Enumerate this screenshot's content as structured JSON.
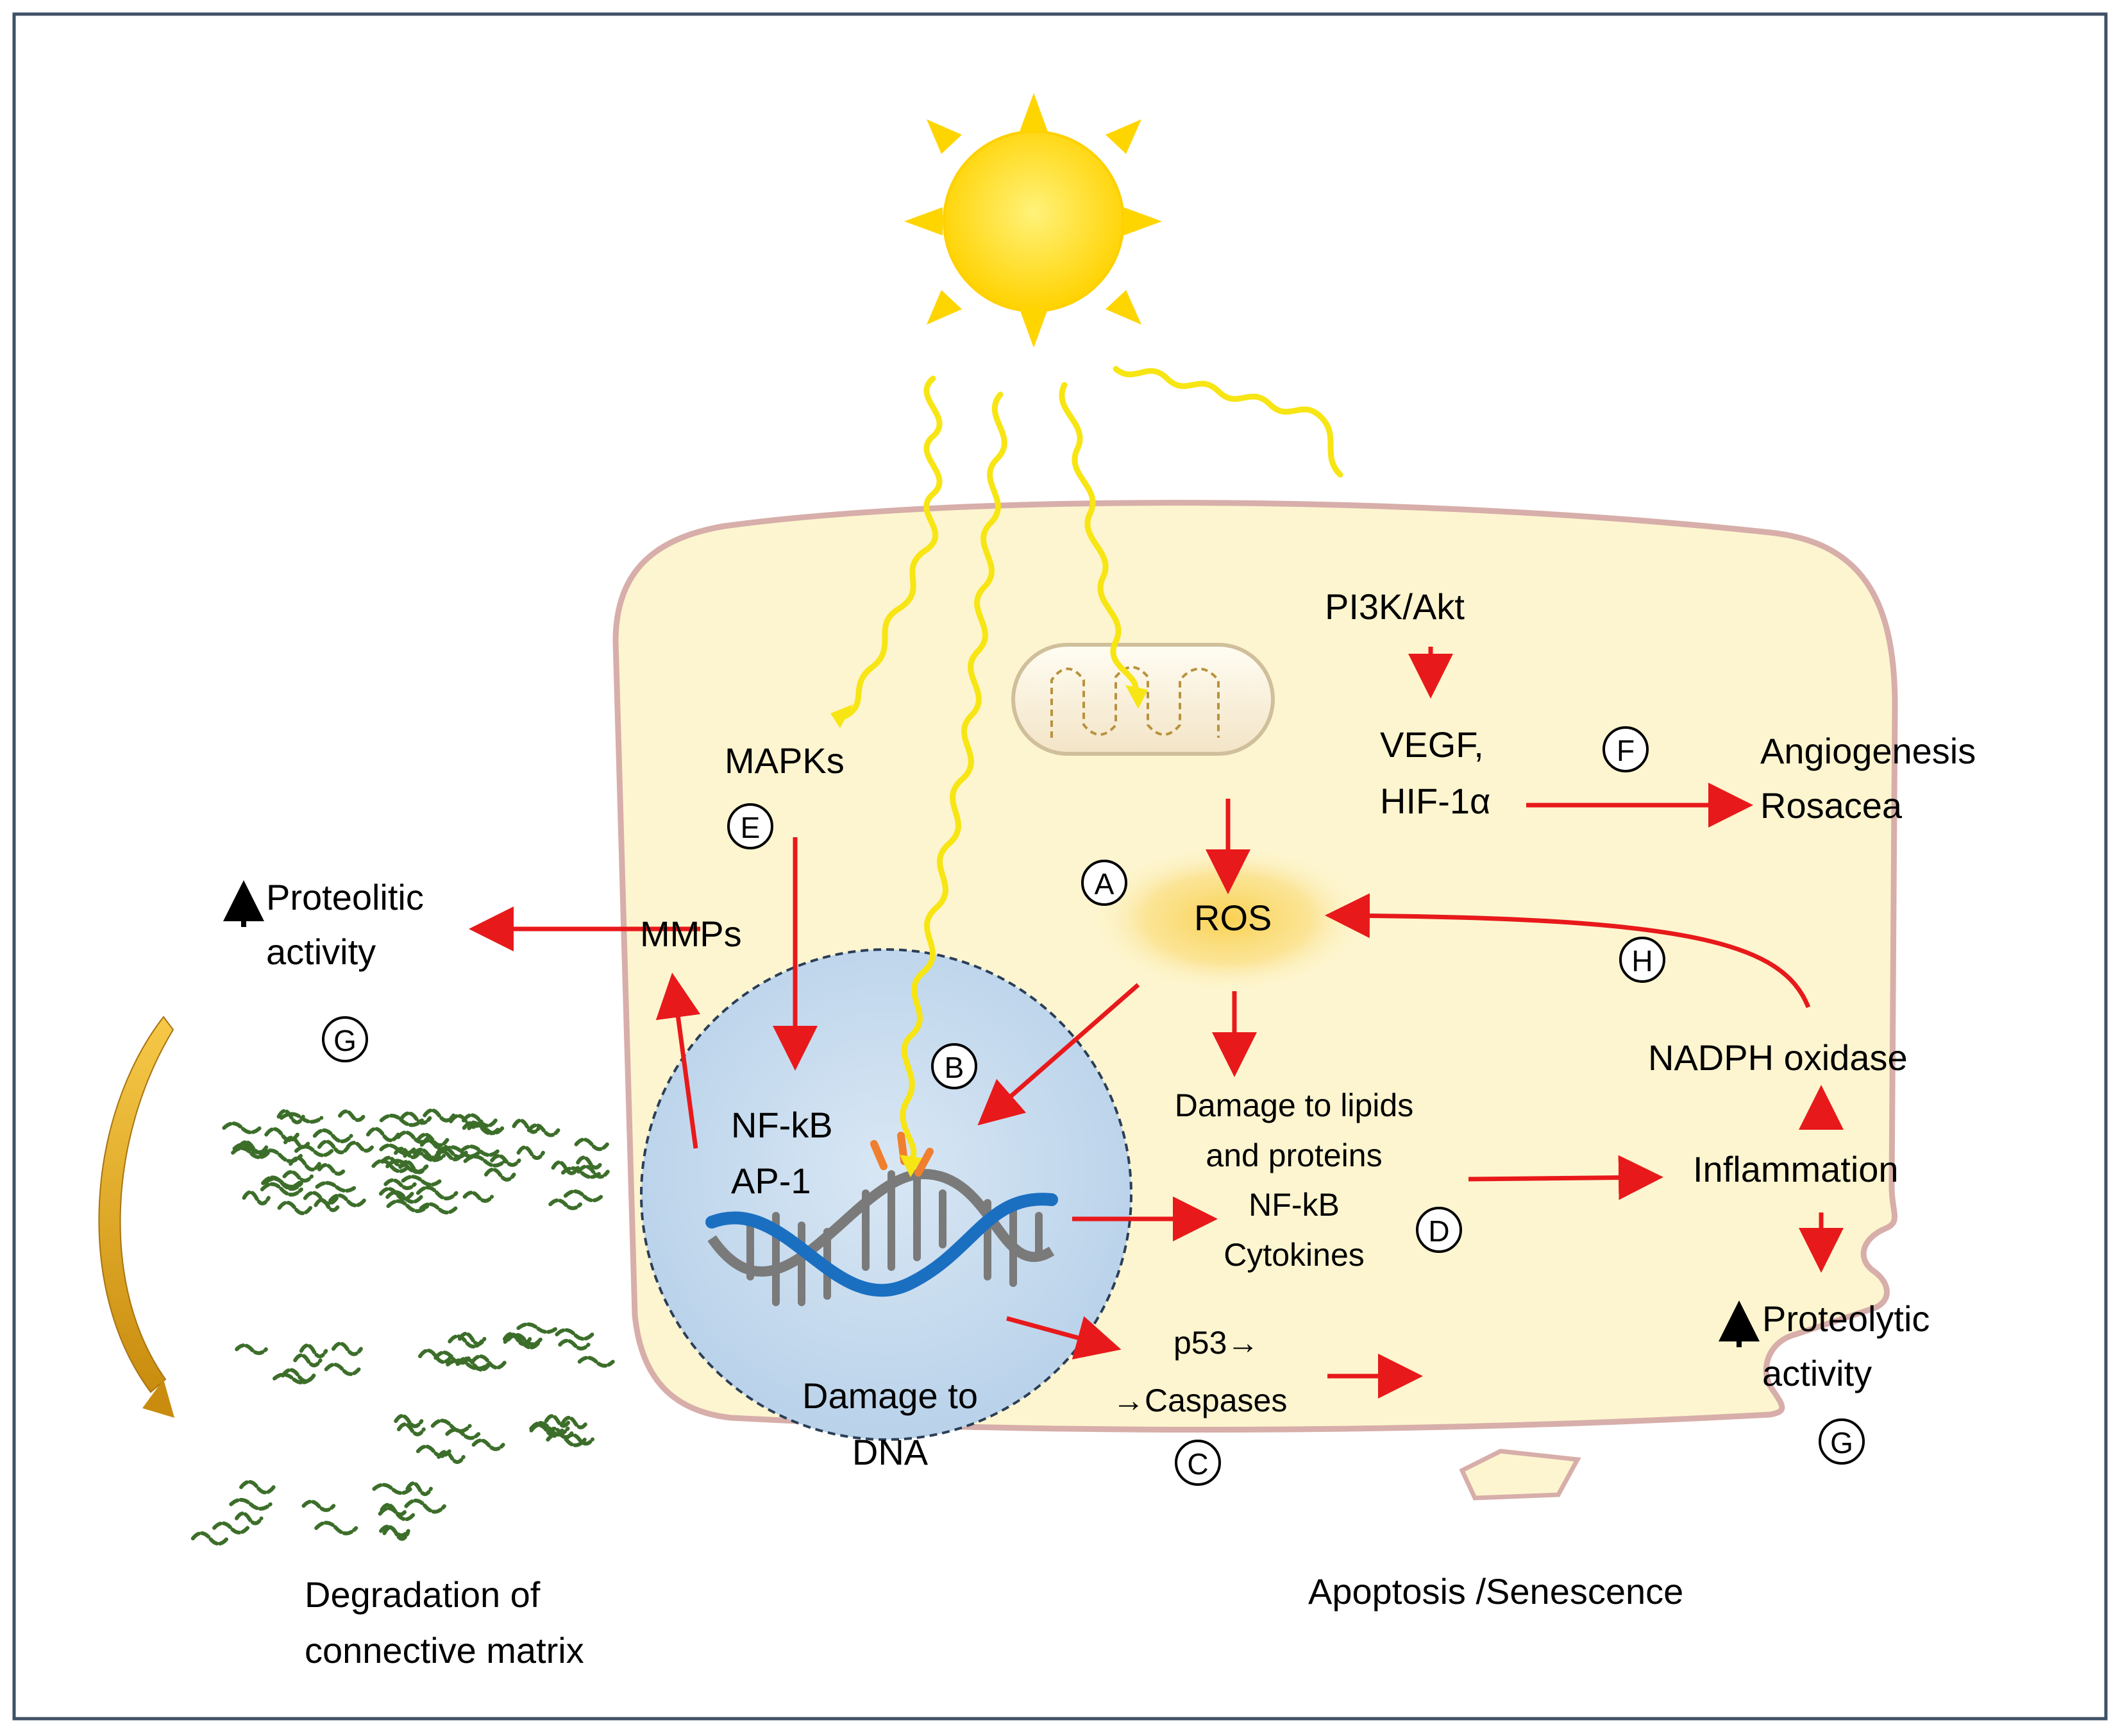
{
  "labels": {
    "pi3k": "PI3K/Akt",
    "vegf": "VEGF,",
    "hif": "HIF-1α",
    "angiogenesis": "Angiogenesis",
    "rosacea": "Rosacea",
    "mapks": "MAPKs",
    "mmps": "MMPs",
    "ros": "ROS",
    "proteolitic_line1": "Proteolitic",
    "proteolitic_line2": "activity",
    "nfkb_ap1_line1": "NF-kB",
    "nfkb_ap1_line2": "AP-1",
    "damage_lipids_line1": "Damage to lipids",
    "damage_lipids_line2": "and proteins",
    "damage_lipids_line3": "NF-kB",
    "damage_lipids_line4": "Cytokines",
    "nadph": "NADPH oxidase",
    "inflammation": "Inflammation",
    "proteolytic_line1": "Proteolytic",
    "proteolytic_line2": "activity",
    "p53_line1": "p53→",
    "p53_line2": "→Caspases",
    "damage_dna_line1": "Damage to",
    "damage_dna_line2": "DNA",
    "degradation_line1": "Degradation of",
    "degradation_line2": "connective matrix",
    "apoptosis": "Apoptosis /Senescence"
  },
  "markers": {
    "A": "A",
    "B": "B",
    "C": "C",
    "D": "D",
    "E": "E",
    "F": "F",
    "G_left": "G",
    "G_right": "G",
    "H": "H"
  },
  "icons": {
    "sun": "sun-icon",
    "mitochondrion": "mitochondrion-icon",
    "dna": "dna-helix-icon",
    "up_arrow": "up-arrow-icon"
  },
  "colors": {
    "arrow": "#e8191b",
    "sun": "#ffd500",
    "uv_ray": "#f7e514",
    "cell_fill": "#fdf5cf",
    "cell_border": "#d7aeaa",
    "nucleus": "#c7dcef",
    "ros_glow": "#f9cf4a",
    "dna_blue": "#1a6fc1",
    "dna_grey": "#7a7a7a",
    "fiber": "#3c6e2a",
    "curved_arrow": "#e0a516"
  }
}
